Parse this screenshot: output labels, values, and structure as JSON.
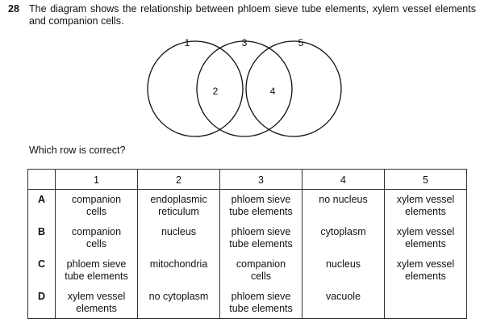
{
  "question": {
    "number": "28",
    "text": "The diagram shows the relationship between phloem sieve tube elements, xylem vessel elements and companion cells.",
    "prompt": "Which row is correct?"
  },
  "diagram": {
    "labels": [
      "1",
      "2",
      "3",
      "4",
      "5"
    ]
  },
  "table": {
    "headers": [
      "",
      "1",
      "2",
      "3",
      "4",
      "5"
    ],
    "rows": [
      {
        "key": "A",
        "cells": [
          "companion cells",
          "endoplasmic reticulum",
          "phloem sieve tube elements",
          "no nucleus",
          "xylem vessel elements"
        ]
      },
      {
        "key": "B",
        "cells": [
          "companion cells",
          "nucleus",
          "phloem sieve tube elements",
          "cytoplasm",
          "xylem vessel elements"
        ]
      },
      {
        "key": "C",
        "cells": [
          "phloem sieve tube elements",
          "mitochondria",
          "companion cells",
          "nucleus",
          "xylem vessel elements"
        ]
      },
      {
        "key": "D",
        "cells": [
          "xylem vessel elements",
          "no cytoplasm",
          "phloem sieve tube elements",
          "vacuole",
          ""
        ]
      }
    ]
  }
}
